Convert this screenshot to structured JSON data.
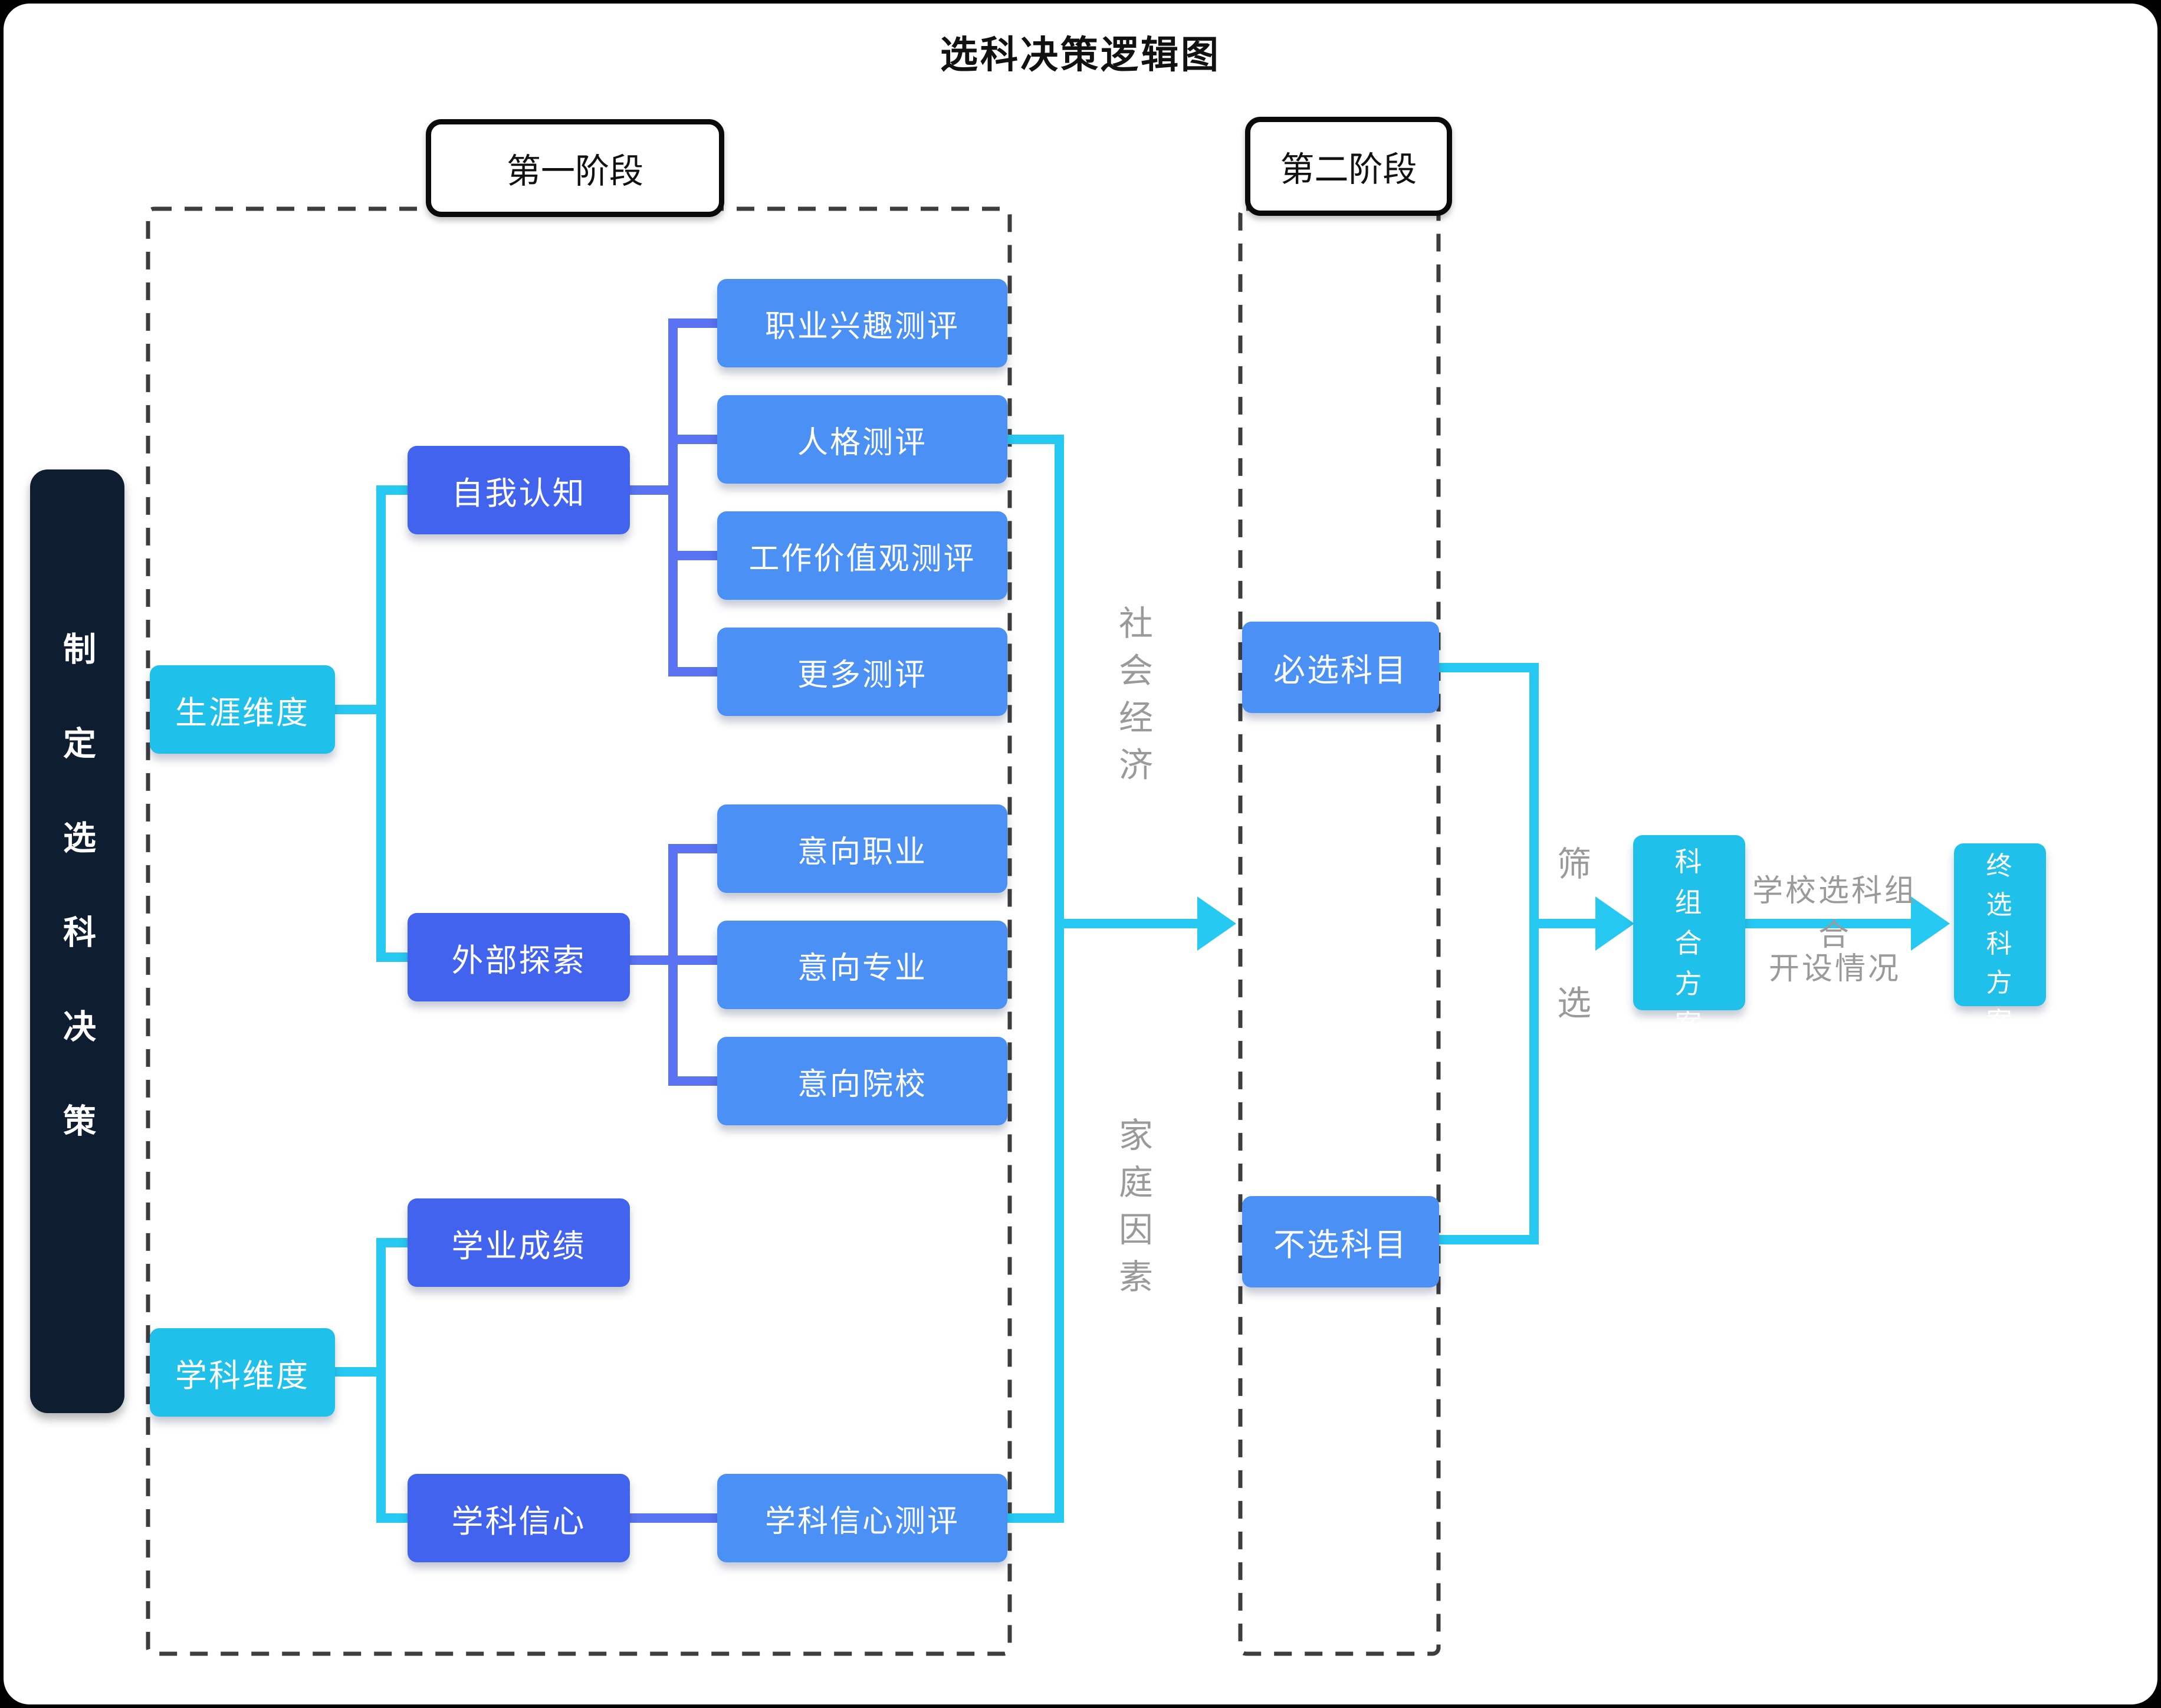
{
  "page": {
    "title": "选科决策逻辑图"
  },
  "stages": {
    "stage1_label": "第一阶段",
    "stage2_label": "第二阶段"
  },
  "root": {
    "label": "制定选科决策"
  },
  "nodes": {
    "career_dim": "生涯维度",
    "subject_dim": "学科维度",
    "self_cognition": "自我认知",
    "external_explore": "外部探索",
    "academic_score": "学业成绩",
    "subject_confidence": "学科信心",
    "career_interest_test": "职业兴趣测评",
    "personality_test": "人格测评",
    "work_values_test": "工作价值观测评",
    "more_tests": "更多测评",
    "intended_career": "意向职业",
    "intended_major": "意向专业",
    "intended_college": "意向院校",
    "subject_confidence_test": "学科信心测评",
    "required_subjects": "必选科目",
    "excluded_subjects": "不选科目",
    "combo_plan": "选科组合方案",
    "final_plan": "最终选科方案"
  },
  "annotations": {
    "socio_economic": "社会经济",
    "family_factors": "家庭因素",
    "screening_chars": [
      "筛",
      "选"
    ],
    "school_combo_line1": "学校选科组合",
    "school_combo_line2": "开设情况"
  },
  "colors": {
    "node_cyan": "#1fc1ea",
    "node_royal": "#4263ee",
    "node_blue": "#4b90f4",
    "line_cyan": "#26c9f2",
    "line_indigo": "#5a73f2",
    "sidebar_bg": "#0f1d31",
    "text_gray": "#9a9a9a",
    "border_dark": "#0a0a0a",
    "dash_color": "#3d3d3d"
  }
}
